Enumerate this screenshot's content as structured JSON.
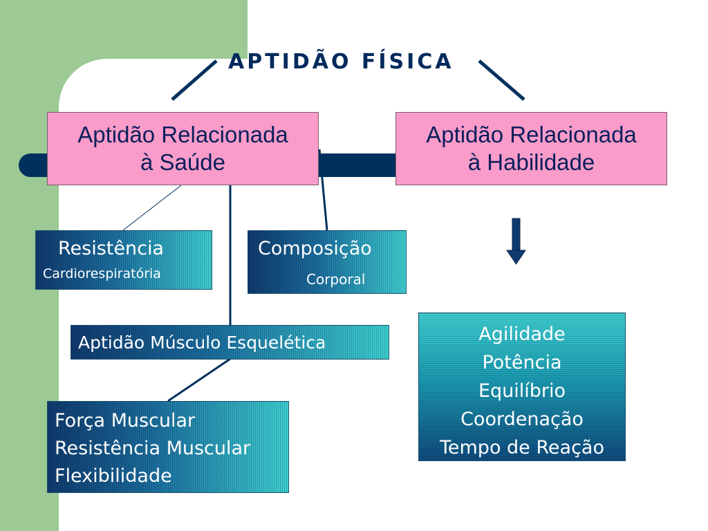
{
  "title": "APTIDÃO FÍSICA",
  "health_box": {
    "line1": "Aptidão Relacionada",
    "line2": "à Saúde"
  },
  "skill_box": {
    "line1": "Aptidão Relacionada",
    "line2": "à Habilidade"
  },
  "cardio_box": {
    "line1": "Resistência",
    "line2": "Cardiorespiratória"
  },
  "body_comp_box": {
    "line1": "Composição",
    "line2": "Corporal"
  },
  "musculo_box": {
    "label": "Aptidão Músculo Esquelética"
  },
  "musculo_components": [
    "Força Muscular",
    "Resistência Muscular",
    "Flexibilidade"
  ],
  "skill_components": [
    "Agilidade",
    "Potência",
    "Equilíbrio",
    "Coordenação",
    "Tempo de Reação"
  ],
  "colors": {
    "background_green": "#9cc994",
    "title_navy": "#002a5c",
    "pink_box": "#f99cc9",
    "teal_dark": "#0f3a6e",
    "teal_light": "#3dcfd2",
    "bar_navy": "#00305e"
  }
}
